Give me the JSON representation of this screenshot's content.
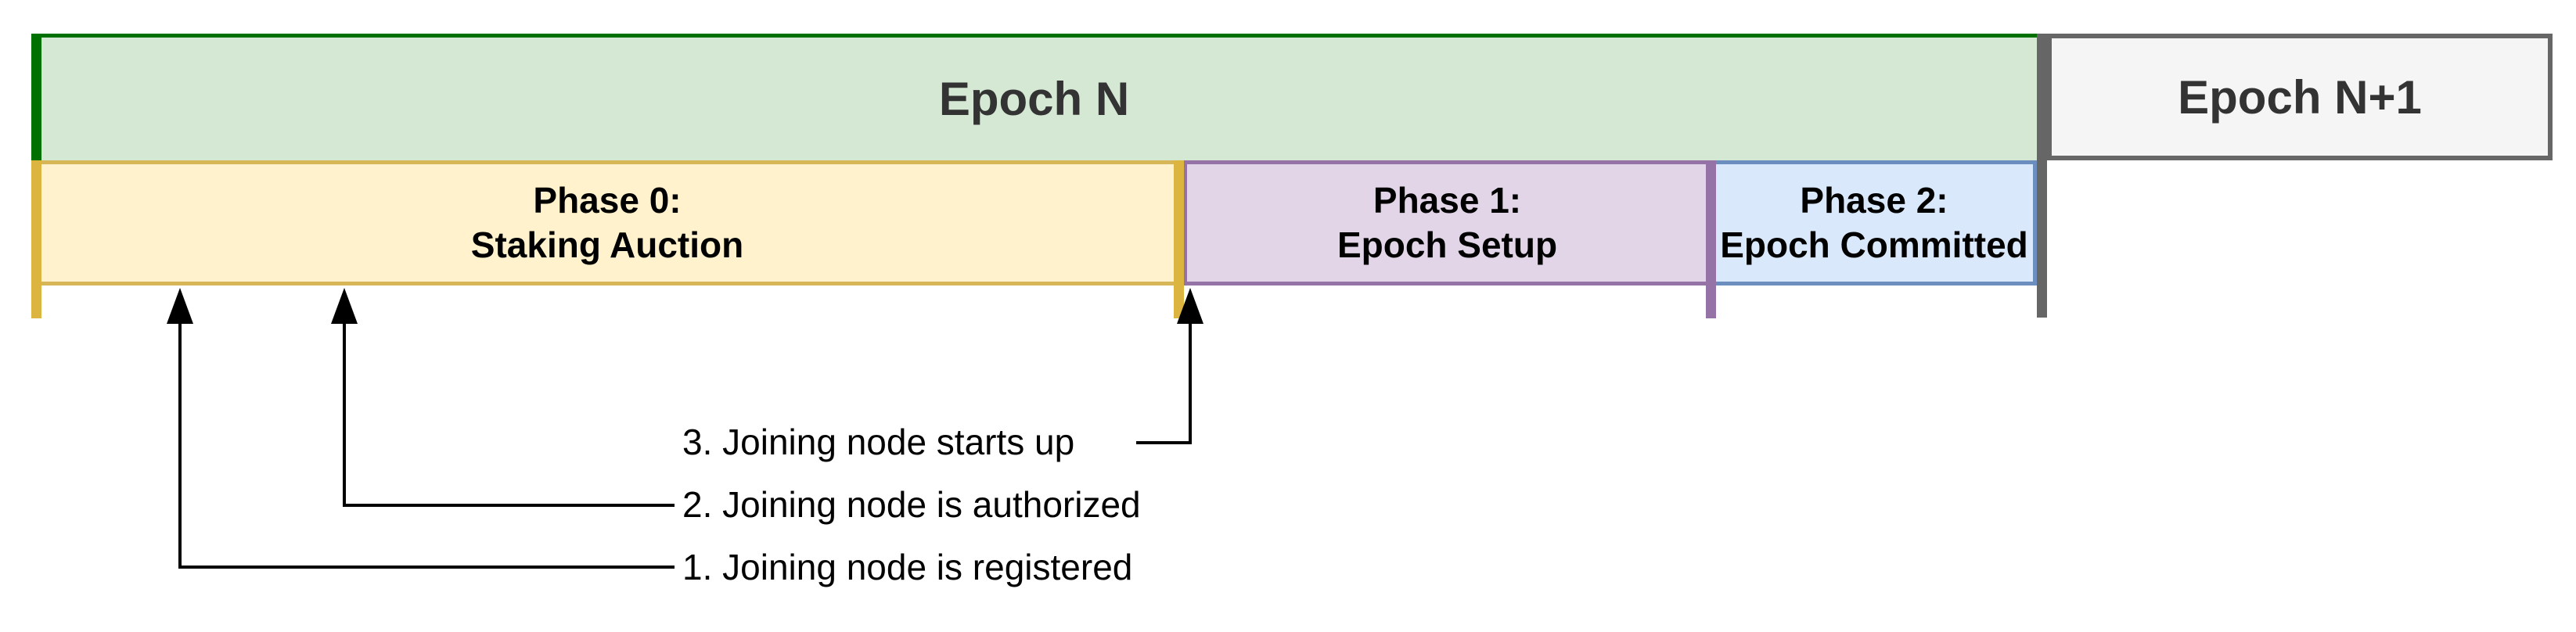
{
  "colors": {
    "epoch-n-fill": "#d5e8d4",
    "epoch-n-border": "#007000",
    "epoch-next-fill": "#f5f5f5",
    "epoch-next-border": "#666666",
    "phase0-fill": "#fff2cc",
    "phase0-border": "#d6b656",
    "phase0-marker": "#dbb53f",
    "phase1-fill": "#e1d5e7",
    "phase1-border": "#9673a6",
    "phase2-fill": "#dae8fc",
    "phase2-border": "#6c8ebf",
    "epoch-label-text": "#333333",
    "phase-label-text": "#000000",
    "annotation-text": "#000000",
    "connector": "#000000",
    "background": "#ffffff"
  },
  "epochs": [
    {
      "label": "Epoch N"
    },
    {
      "label": "Epoch N+1"
    }
  ],
  "phases": [
    {
      "line1": "Phase 0:",
      "line2": "Staking Auction"
    },
    {
      "line1": "Phase 1:",
      "line2": "Epoch Setup"
    },
    {
      "line1": "Phase 2:",
      "line2": "Epoch Committed"
    }
  ],
  "annotations": [
    {
      "label": "1. Joining node is registered"
    },
    {
      "label": "2. Joining node is authorized"
    },
    {
      "label": "3. Joining node starts up"
    }
  ]
}
